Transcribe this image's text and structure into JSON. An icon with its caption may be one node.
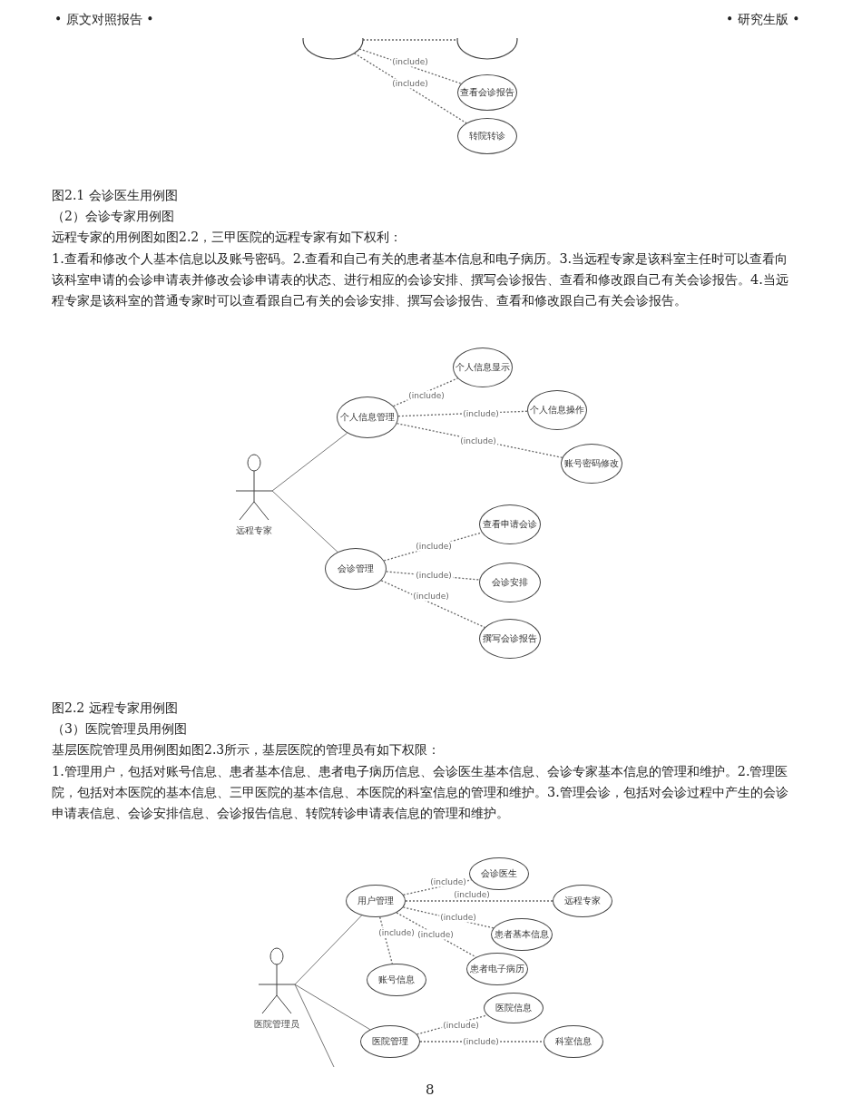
{
  "diagram": {
    "nodes": [
      {
        "text": [],
        "shape": "ellipse"
      },
      {
        "text": [],
        "shape": "ellipse"
      },
      {
        "text": [
          "查看会诊报告"
        ]
      },
      {
        "text": [
          "转院转诊"
        ]
      },
      {
        "text": [
          "远程专家"
        ]
      },
      {
        "text": [
          "个人信息管理"
        ]
      },
      {
        "text": [
          "个人信息显示"
        ]
      },
      {
        "text": [
          "个人信息操作"
        ]
      },
      {
        "text": [
          "账号密码修改"
        ]
      },
      {
        "text": [
          "会诊管理"
        ]
      },
      {
        "text": [
          "查看申请会诊"
        ]
      },
      {
        "text": [
          "会诊安排"
        ]
      },
      {
        "text": [
          "撰写会诊报告"
        ]
      },
      {
        "text": [
          "医院管理员"
        ]
      },
      {
        "text": [
          "用户管理"
        ]
      },
      {
        "text": [
          "会诊医生"
        ]
      },
      {
        "text": [
          "远程专家"
        ]
      },
      {
        "text": [
          "患者基本信息"
        ]
      },
      {
        "text": [
          "患者电子病历"
        ]
      },
      {
        "text": [
          "账号信息"
        ]
      },
      {
        "text": [
          "医院管理"
        ]
      },
      {
        "text": [
          "医院信息"
        ]
      },
      {
        "text": [
          "科室信息"
        ]
      }
    ],
    "edges": [
      {
        "from": 0,
        "to": 1,
        "arrow": "none",
        "style": "dashed"
      },
      {
        "from": 0,
        "to": 2,
        "arrow": "none",
        "style": "dashed",
        "label": "(include)"
      },
      {
        "from": 0,
        "to": 3,
        "arrow": "none",
        "style": "dashed",
        "label": "(include)"
      },
      {
        "from": 4,
        "to": 5,
        "arrow": "none"
      },
      {
        "from": 4,
        "to": 9,
        "arrow": "none"
      },
      {
        "from": 5,
        "to": 6,
        "arrow": "none",
        "style": "dashed",
        "label": "(include)"
      },
      {
        "from": 5,
        "to": 7,
        "arrow": "none",
        "style": "dashed",
        "label": "(include)"
      },
      {
        "from": 5,
        "to": 8,
        "arrow": "none",
        "style": "dashed",
        "label": "(include)"
      },
      {
        "from": 9,
        "to": 10,
        "arrow": "none",
        "style": "dashed",
        "label": "(include)"
      },
      {
        "from": 9,
        "to": 11,
        "arrow": "none",
        "style": "dashed",
        "label": "(include)"
      },
      {
        "from": 9,
        "to": 12,
        "arrow": "none",
        "style": "dashed",
        "label": "(include)"
      },
      {
        "from": 13,
        "to": 14,
        "arrow": "none"
      },
      {
        "from": 13,
        "to": 20,
        "arrow": "none"
      },
      {
        "from": 13,
        "to": null,
        "arrow": "none"
      },
      {
        "from": 14,
        "to": 15,
        "arrow": "none",
        "style": "dashed",
        "label": "(include)"
      },
      {
        "from": 14,
        "to": 16,
        "arrow": "none",
        "style": "dashed",
        "label": "(include)"
      },
      {
        "from": 14,
        "to": 17,
        "arrow": "none",
        "style": "dashed",
        "label": "(include)"
      },
      {
        "from": 14,
        "to": 18,
        "arrow": "none",
        "style": "dashed",
        "label": "(include)"
      },
      {
        "from": 14,
        "to": 19,
        "arrow": "none",
        "style": "dashed",
        "label": "(include)"
      },
      {
        "from": 20,
        "to": 21,
        "arrow": "none",
        "style": "dashed",
        "label": "(include)"
      },
      {
        "from": 20,
        "to": 22,
        "arrow": "none",
        "style": "dashed",
        "label": "(include)"
      }
    ],
    "labels": [
      "• 原文对照报告 •",
      "• 研究生版 •",
      "图2.1 会诊医生用例图",
      "（2）会诊专家用例图",
      "远程专家的用例图如图2.2，三甲医院的远程专家有如下权利：",
      "1.查看和修改个人基本信息以及账号密码。2.查看和自己有关的患者基本信息和电子病历。3.当远程专家是该科室主任时可以查看向该科室申请的会诊申请表并修改会诊申请表的状态、进行相应的会诊安排、撰写会诊报告、查看和修改跟自己有关会诊报告。4.当远程专家是该科室的普通专家时可以查看跟自己有关的会诊安排、撰写会诊报告、查看和修改跟自己有关会诊报告。",
      "图2.2 远程专家用例图",
      "（3）医院管理员用例图",
      "基层医院管理员用例图如图2.3所示，基层医院的管理员有如下权限：",
      "1.管理用户，包括对账号信息、患者基本信息、患者电子病历信息、会诊医生基本信息、会诊专家基本信息的管理和维护。2.管理医院，包括对本医院的基本信息、三甲医院的基本信息、本医院的科室信息的管理和维护。3.管理会诊，包括对会诊过程中产生的会诊申请表信息、会诊安排信息、会诊报告信息、转院转诊申请表信息的管理和维护。",
      "8"
    ]
  }
}
